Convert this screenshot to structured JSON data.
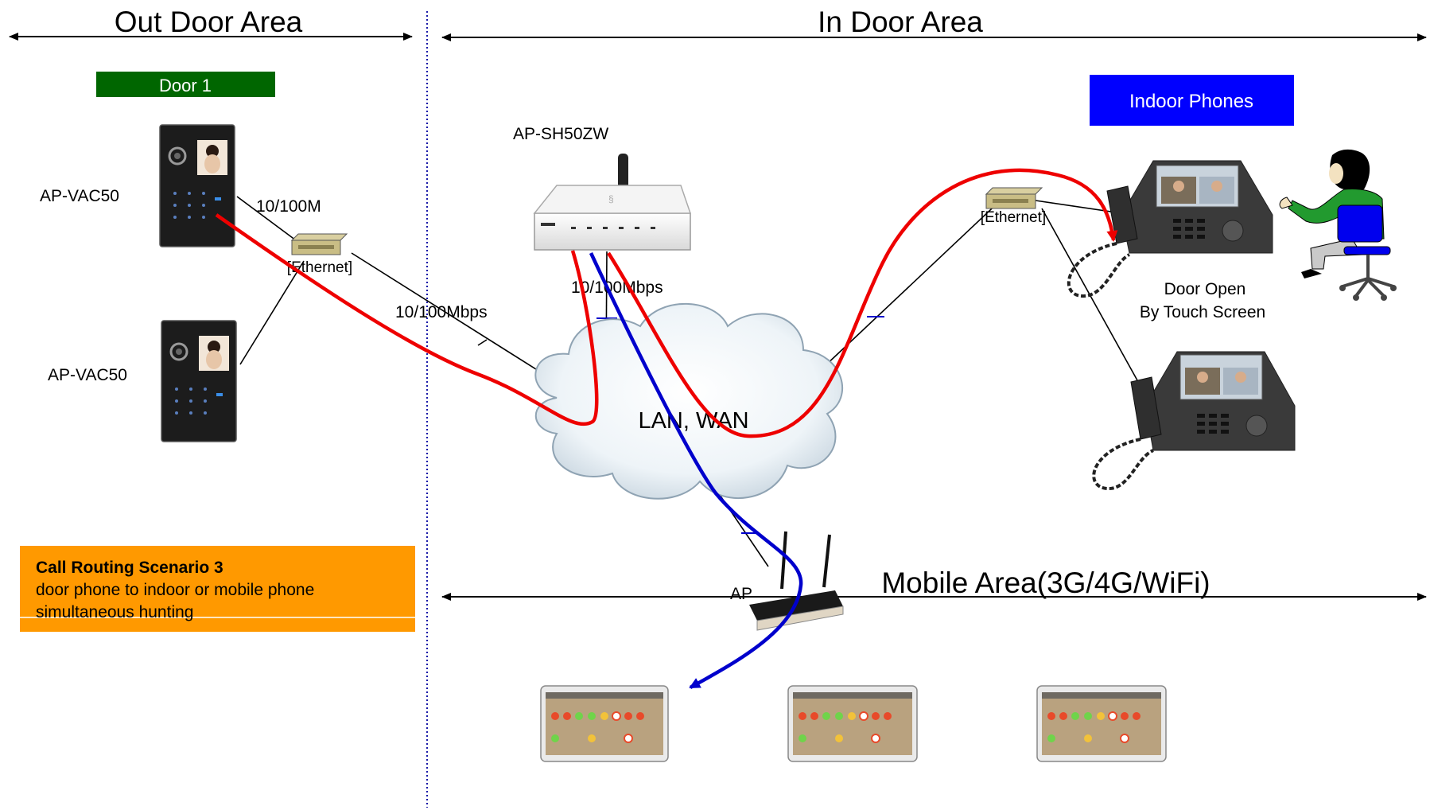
{
  "areas": {
    "outdoor": "Out Door Area",
    "indoor": "In Door Area",
    "mobile": "Mobile Area(3G/4G/WiFi)"
  },
  "labels": {
    "door1": "Door 1",
    "indoor_phones": "Indoor Phones",
    "vac50_top": "AP-VAC50",
    "vac50_bottom": "AP-VAC50",
    "router": "AP-SH50ZW",
    "ethernet_left": "[Ethernet]",
    "ethernet_right": "[Ethernet]",
    "speed_100m": "10/100M",
    "speed_left": "10/100Mbps",
    "speed_router": "10/100Mbps",
    "cloud": "LAN, WAN",
    "ap": "AP",
    "door_open_line1": "Door Open",
    "door_open_line2": "By Touch Screen"
  },
  "scenario": {
    "title": "Call Routing Scenario 3",
    "line1": "door phone to indoor or mobile phone",
    "line2": "simultaneous hunting"
  },
  "colors": {
    "door1_box": "#006600",
    "indoor_box": "#0000ff",
    "scenario_box": "#ff9900",
    "call_path_red": "#ee0000",
    "call_path_blue": "#0000cc",
    "divider": "#1a1aa8"
  },
  "icons": [
    "door-phone-icon",
    "switch-icon",
    "router-icon",
    "cloud-icon",
    "desk-phone-icon",
    "person-icon",
    "wifi-ap-icon",
    "tablet-icon"
  ]
}
